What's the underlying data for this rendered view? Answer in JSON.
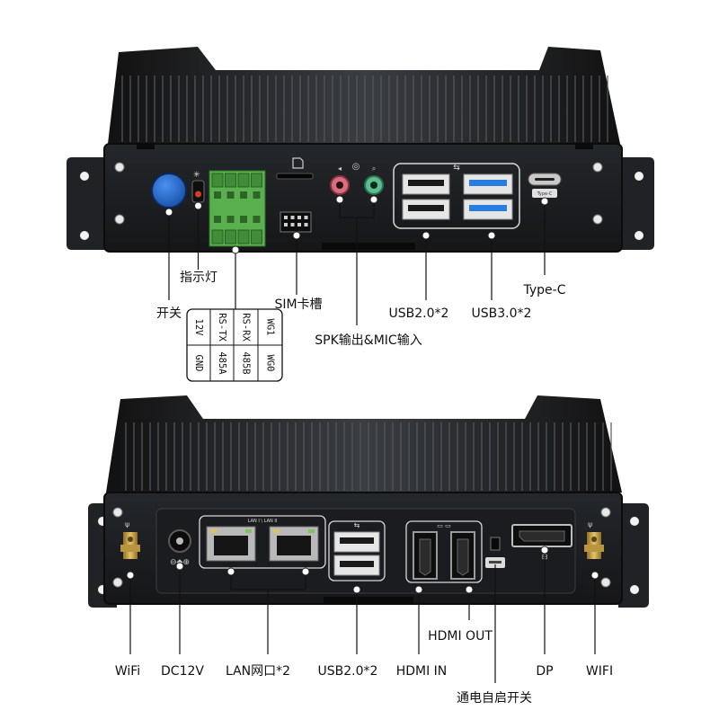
{
  "front_panel": {
    "labels": {
      "power_switch": "开关",
      "indicator_light": "指示灯",
      "sim_slot": "SIM卡槽",
      "audio_ports": "SPK输出&MIC输入",
      "usb2": "USB2.0*2",
      "usb3": "USB3.0*2",
      "type_c": "Type-C"
    },
    "typec_port_text": "Type-C",
    "terminal_pinout": [
      [
        "12V",
        "RS-TX",
        "RS-RX",
        "WG1"
      ],
      [
        "GND",
        "485A",
        "485B",
        "WG0"
      ]
    ]
  },
  "rear_panel": {
    "labels": {
      "wifi_left": "WiFi",
      "dc_in": "DC12V",
      "lan": "LAN网口*2",
      "usb2": "USB2.0*2",
      "hdmi_in": "HDMI IN",
      "hdmi_out": "HDMI OUT",
      "auto_power_on": "通电自启开关",
      "dp": "DP",
      "wifi_right": "WIFI"
    },
    "lan_port_text": "LAN I \\ LAN II"
  },
  "colors": {
    "chassis": "#1b1d20",
    "power_button": "#1e63c8",
    "terminal_block": "#5ab04e",
    "spk_jack": "#d76e7e",
    "mic_jack": "#5bbf8c",
    "usb3_port": "#2a7de0",
    "antenna": "#c6a24a"
  }
}
